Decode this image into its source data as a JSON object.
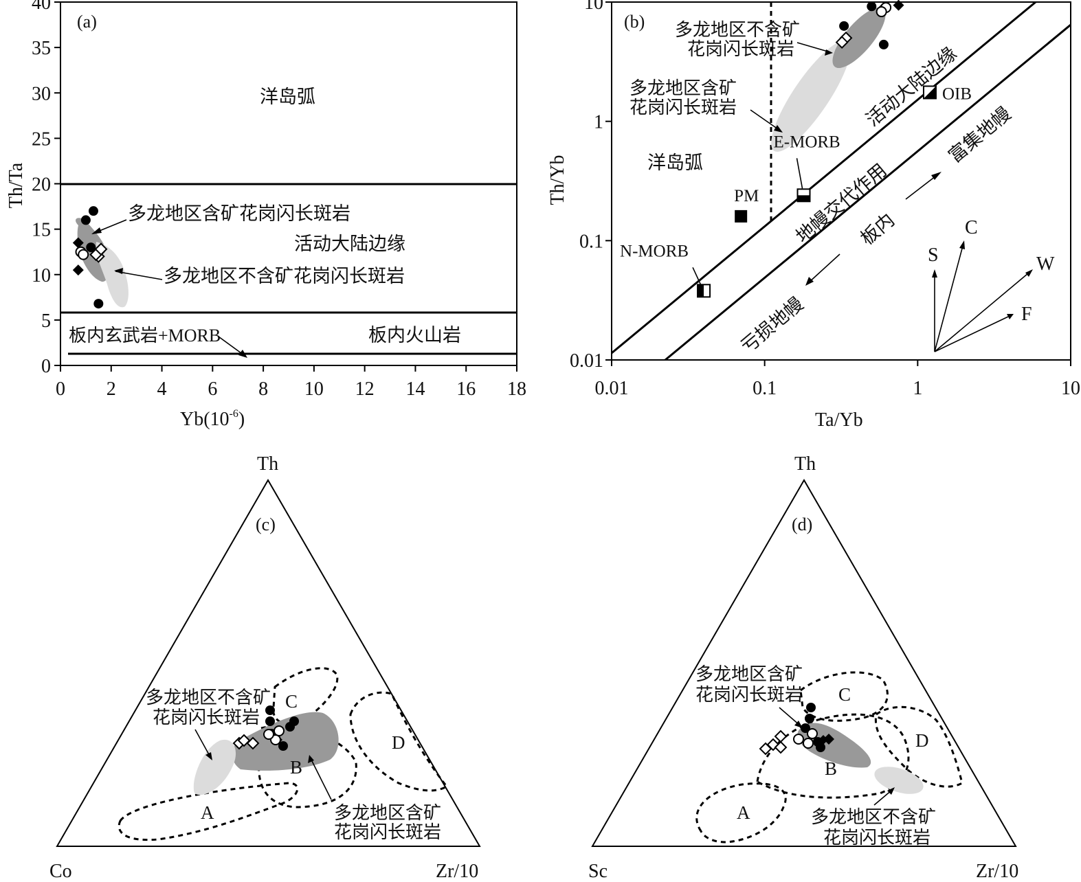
{
  "chart_data": [
    {
      "panel": "(a)",
      "type": "scatter",
      "xlabel": "Yb(10-6)",
      "ylabel": "Th/Ta",
      "xlim": [
        0,
        18
      ],
      "ylim": [
        0,
        40
      ],
      "x_ticks": [
        "0",
        "2",
        "4",
        "6",
        "8",
        "10",
        "12",
        "14",
        "16",
        "18"
      ],
      "y_ticks": [
        "0",
        "5",
        "10",
        "15",
        "20",
        "25",
        "30",
        "35",
        "40"
      ],
      "boundaries": [
        20,
        6,
        1.3
      ],
      "region_labels": [
        "洋岛弧",
        "活动大陆边缘",
        "板内玄武岩+MORB",
        "板内火山岩"
      ],
      "annotations": [
        "多龙地区含矿花岗闪长斑岩",
        "多龙地区不含矿花岗闪长斑岩"
      ],
      "series": [
        {
          "marker": "filled-circle",
          "points": [
            [
              1.3,
              17.0
            ],
            [
              1.0,
              16.0
            ],
            [
              1.2,
              13.0
            ],
            [
              1.5,
              6.8
            ]
          ]
        },
        {
          "marker": "filled-diamond",
          "points": [
            [
              0.7,
              13.5
            ],
            [
              0.7,
              10.5
            ]
          ]
        },
        {
          "marker": "open-circle",
          "points": [
            [
              0.8,
              12.5
            ],
            [
              0.9,
              12.2
            ]
          ]
        },
        {
          "marker": "open-diamond",
          "points": [
            [
              1.5,
              12.5
            ],
            [
              1.5,
              12.0
            ],
            [
              1.4,
              12.2
            ],
            [
              1.6,
              12.8
            ]
          ]
        }
      ]
    },
    {
      "panel": "(b)",
      "type": "scatter",
      "xscale": "log",
      "yscale": "log",
      "xlabel": "Ta/Yb",
      "ylabel": "Th/Yb",
      "xlim": [
        0.01,
        10
      ],
      "ylim": [
        0.01,
        10
      ],
      "x_ticks": [
        "0.01",
        "0.1",
        "1",
        "10"
      ],
      "y_ticks": [
        "0.01",
        "0.1",
        "1",
        "10"
      ],
      "region_labels": [
        "洋岛弧",
        "活动大陆边缘",
        "地幔交代作用",
        "板内",
        "富集地幔",
        "亏损地幔"
      ],
      "annotations": [
        "多龙地区不含矿花岗闪长斑岩",
        "多龙地区含矿花岗闪长斑岩"
      ],
      "reference_points": [
        {
          "label": "N-MORB",
          "x": 0.04,
          "y": 0.038
        },
        {
          "label": "PM",
          "x": 0.07,
          "y": 0.16
        },
        {
          "label": "E-MORB",
          "x": 0.18,
          "y": 0.24
        },
        {
          "label": "OIB",
          "x": 1.2,
          "y": 1.75
        }
      ],
      "vector_labels": [
        "S",
        "C",
        "W",
        "F"
      ],
      "series": [
        {
          "marker": "filled-circle",
          "points": [
            [
              0.5,
              9.2
            ],
            [
              0.33,
              6.3
            ],
            [
              0.6,
              4.4
            ]
          ]
        },
        {
          "marker": "filled-diamond",
          "points": [
            [
              0.75,
              9.4
            ],
            [
              0.6,
              9.0
            ]
          ]
        },
        {
          "marker": "open-circle",
          "points": [
            [
              0.62,
              9.0
            ],
            [
              0.58,
              8.3
            ]
          ]
        },
        {
          "marker": "open-diamond",
          "points": [
            [
              0.34,
              5.0
            ],
            [
              0.32,
              4.6
            ]
          ]
        }
      ]
    },
    {
      "panel": "(c)",
      "type": "scatter",
      "apex_labels": [
        "Th",
        "Co",
        "Zr/10"
      ],
      "field_labels": [
        "A",
        "B",
        "C",
        "D"
      ],
      "annotations": [
        "多龙地区不含矿花岗闪长斑岩",
        "多龙地区含矿花岗闪长斑岩"
      ]
    },
    {
      "panel": "(d)",
      "type": "scatter",
      "apex_labels": [
        "Th",
        "Sc",
        "Zr/10"
      ],
      "field_labels": [
        "A",
        "B",
        "C",
        "D"
      ],
      "annotations": [
        "多龙地区含矿花岗闪长斑岩",
        "多龙地区不含矿花岗闪长斑岩"
      ]
    }
  ]
}
